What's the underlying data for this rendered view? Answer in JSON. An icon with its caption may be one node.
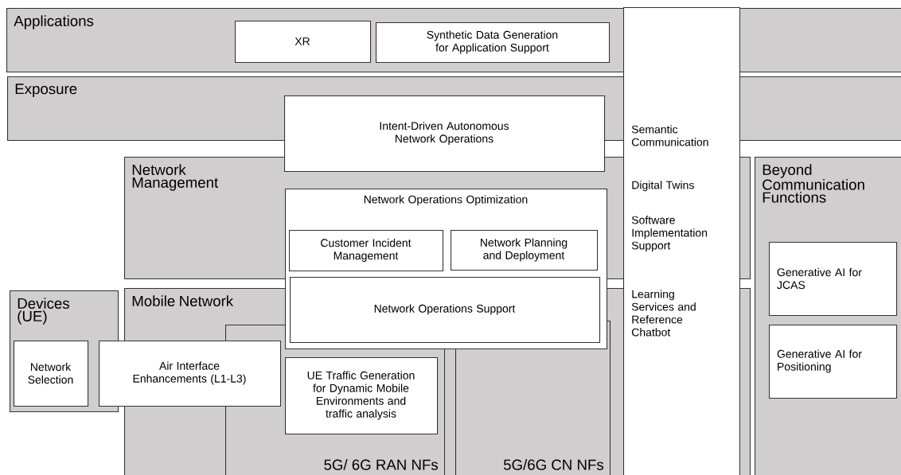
{
  "diagram": {
    "nodes": [
      {
        "text": [
          "Applications"
        ]
      },
      {
        "text": [
          "XR"
        ],
        "in": 0
      },
      {
        "text": [
          "Synthetic Data Generation for Application Support"
        ],
        "in": 0
      },
      {
        "text": [
          "Exposure"
        ]
      },
      {
        "text": [
          "Intent-Driven Autonomous Network Operations"
        ]
      },
      {
        "text": [
          "Network Management"
        ]
      },
      {
        "text": [
          "Network Operations Optimization"
        ]
      },
      {
        "text": [
          "Customer Incident Management"
        ]
      },
      {
        "text": [
          "Network Planning and Deployment"
        ]
      },
      {
        "text": [
          "Network Operations Support"
        ],
        "in": 6
      },
      {
        "text": [
          "Devices (UE)"
        ]
      },
      {
        "text": [
          "Network Selection"
        ],
        "in": 10
      },
      {
        "text": [
          "Mobile Network"
        ]
      },
      {
        "text": [
          "5G/ 6G RAN NFs"
        ],
        "in": 12
      },
      {
        "text": [
          "Air Interface Enhancements (L1-L3)"
        ]
      },
      {
        "text": [
          "UE Traffic Generation for Dynamic Mobile Environments and traffic analysis"
        ],
        "in": 13
      },
      {
        "text": [
          "5G/6G CN NFs"
        ],
        "in": 12
      },
      {
        "text": [
          "Semantic Communication",
          "Digital Twins",
          "Software Implementation Support",
          "Learning Services and Reference Chatbot"
        ]
      },
      {
        "text": [
          "Beyond Communication Functions"
        ]
      },
      {
        "text": [
          "Generative AI for JCAS"
        ],
        "in": 18
      },
      {
        "text": [
          "Generative AI for Positioning"
        ],
        "in": 18
      }
    ]
  }
}
